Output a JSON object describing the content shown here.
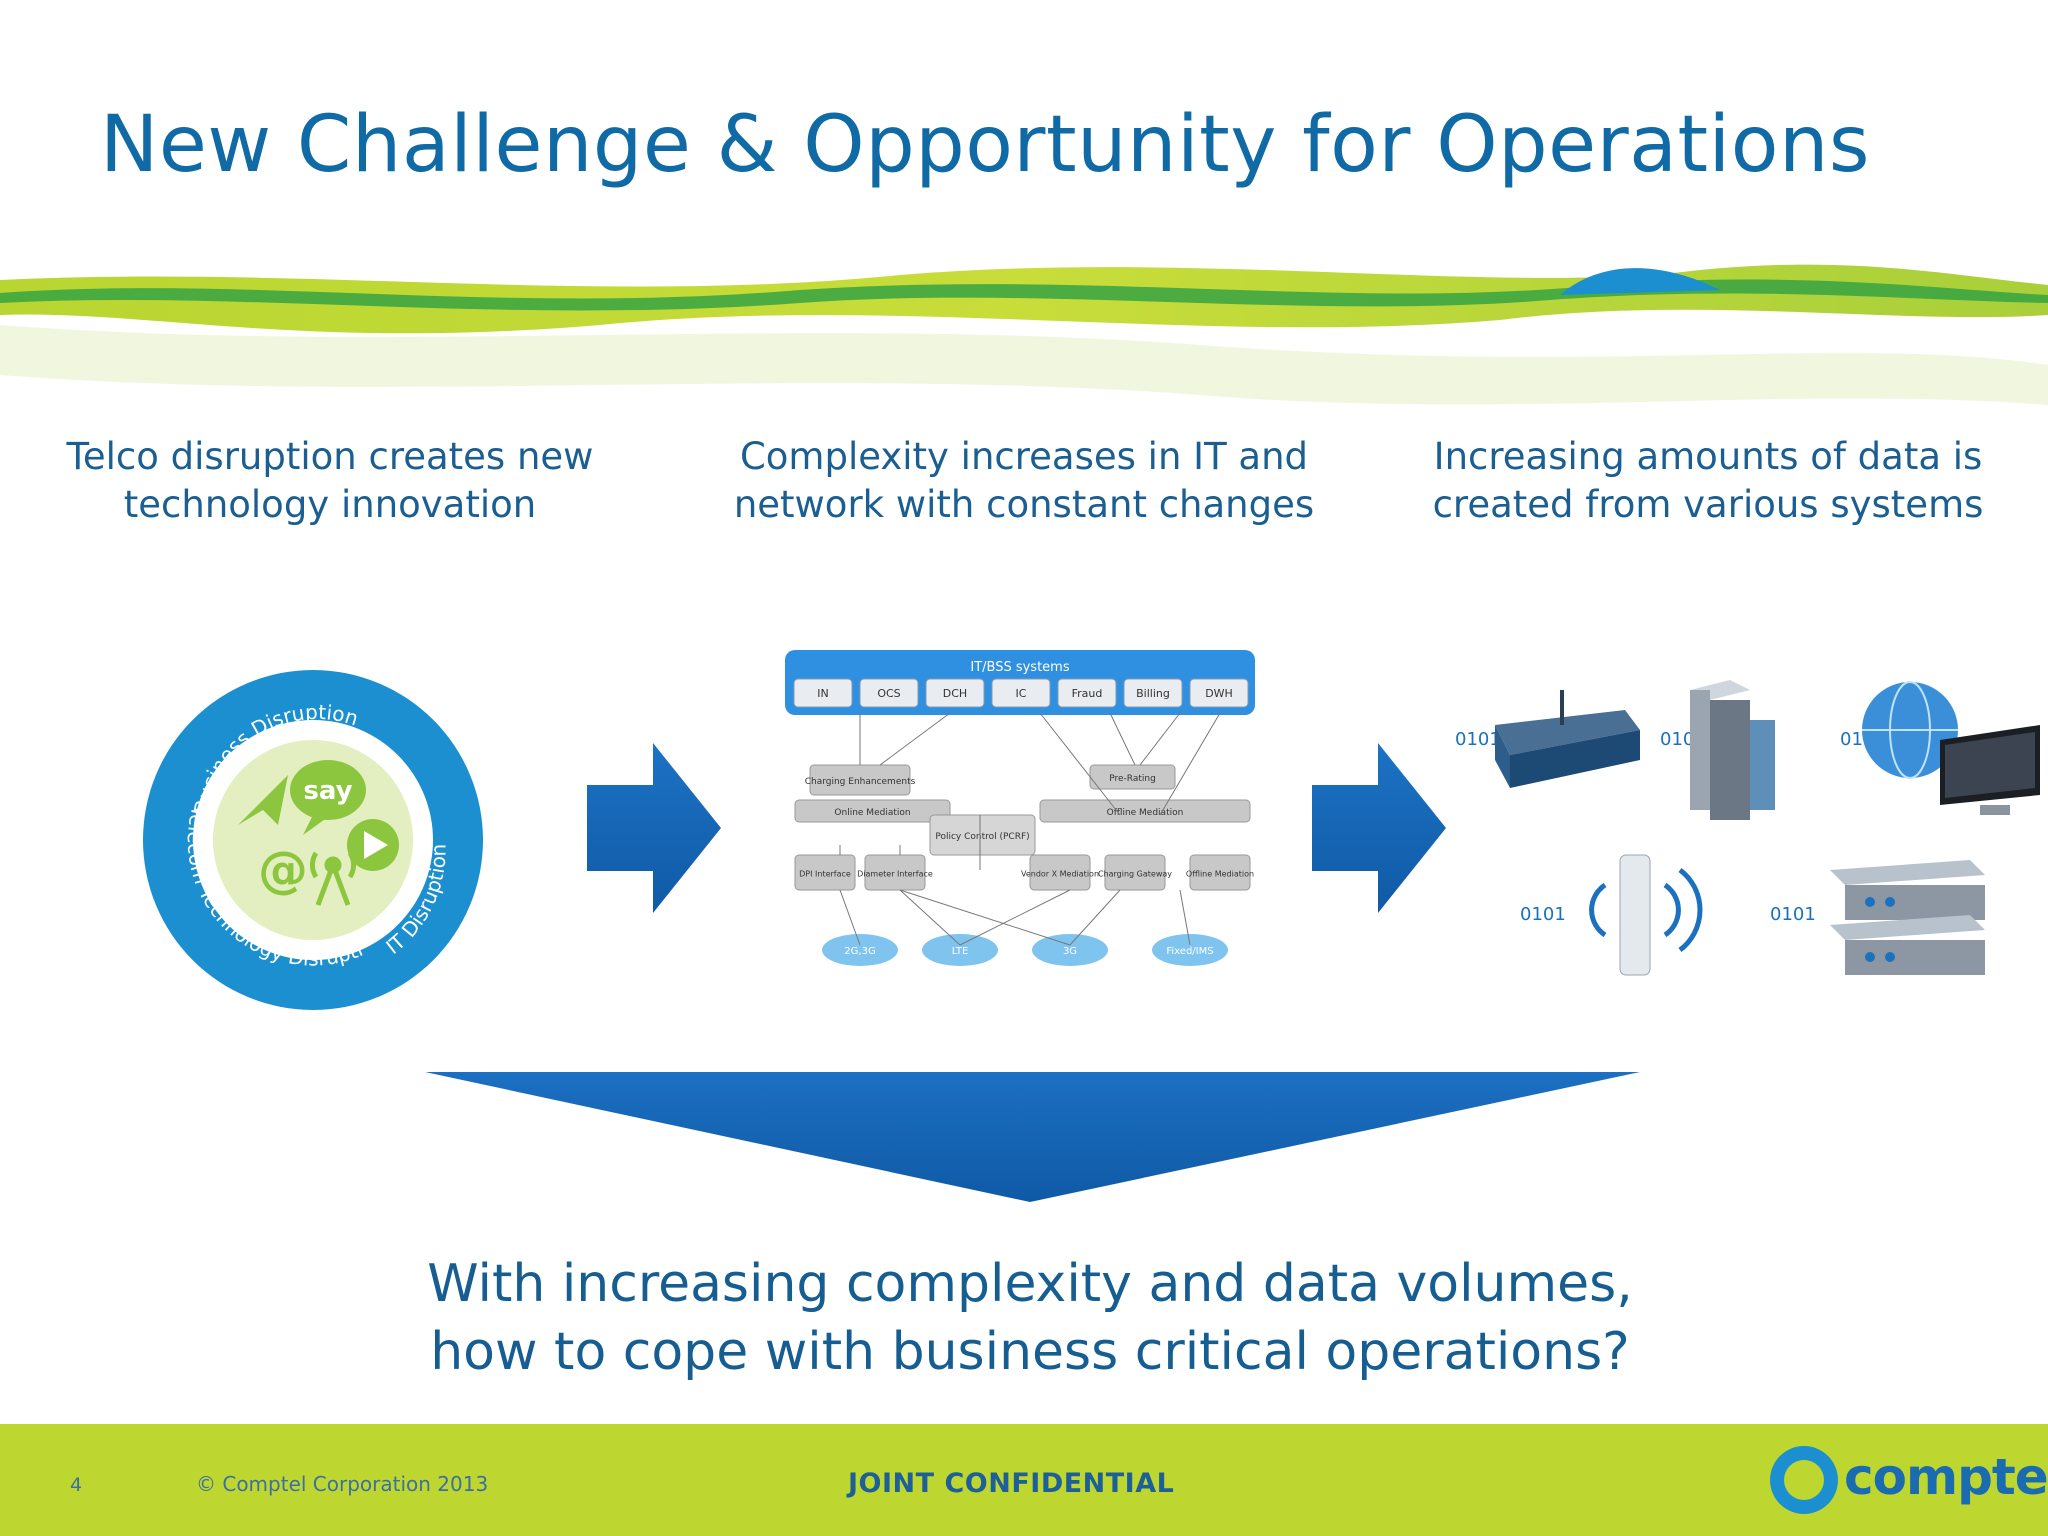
{
  "slide": {
    "title": "New Challenge & Opportunity for Operations",
    "columns": [
      {
        "line1": "Telco disruption creates new",
        "line2": "technology innovation"
      },
      {
        "line1": "Complexity increases in IT and",
        "line2": "network with constant changes"
      },
      {
        "line1": "Increasing amounts of data is",
        "line2": "created from various systems"
      }
    ],
    "conclusion": {
      "line1": "With increasing complexity and data volumes,",
      "line2": "how to cope with business critical operations?"
    }
  },
  "disruption_graphic": {
    "ring_top": "Business Disruption",
    "ring_left": "Telecom Technology Disruption",
    "ring_right": "IT Disruption",
    "bubble": "say",
    "at": "@"
  },
  "architecture_diagram": {
    "header": "IT/BSS systems",
    "systems": [
      "IN",
      "OCS",
      "DCH",
      "IC",
      "Fraud",
      "Billing",
      "DWH"
    ],
    "row1": [
      "Charging Enhancements",
      "Pre-Rating"
    ],
    "row2": [
      "Online Mediation",
      "Policy Control (PCRF)",
      "Offline Mediation"
    ],
    "row3": [
      "DPI Interface",
      "Diameter Interface",
      "Vendor X Mediation",
      "Charging Gateway",
      "Offline Mediation"
    ],
    "networks": [
      "2G,3G",
      "LTE",
      "3G",
      "Fixed/IMS"
    ]
  },
  "data_glyphs": {
    "binary": "0101"
  },
  "footer": {
    "page_number": "4",
    "copyright": "© Comptel Corporation 2013",
    "confidential": "JOINT CONFIDENTIAL",
    "logo_text": "comptel"
  },
  "colors": {
    "title": "#0f6aa6",
    "arrow": "#1565b5",
    "footer_bar": "#bed730",
    "ring": "#1b8fd0",
    "icon_green": "#8cc63f"
  }
}
